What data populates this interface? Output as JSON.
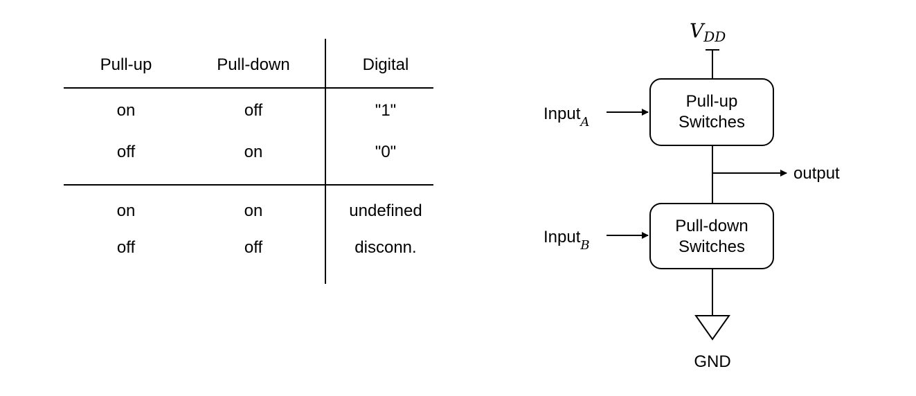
{
  "truth_table": {
    "headers": [
      "Pull-up",
      "Pull-down",
      "Digital"
    ],
    "rows_group1": [
      [
        "on",
        "off",
        "\"1\""
      ],
      [
        "off",
        "on",
        "\"0\""
      ]
    ],
    "rows_group2": [
      [
        "on",
        "on",
        "undefined"
      ],
      [
        "off",
        "off",
        "disconn."
      ]
    ]
  },
  "circuit": {
    "supply_main": "V",
    "supply_sub": "DD",
    "pullup_line1": "Pull-up",
    "pullup_line2": "Switches",
    "pulldown_line1": "Pull-down",
    "pulldown_line2": "Switches",
    "input_a_main": "Input",
    "input_a_sub": "A",
    "input_b_main": "Input",
    "input_b_sub": "B",
    "output_label": "output",
    "ground_label": "GND"
  }
}
